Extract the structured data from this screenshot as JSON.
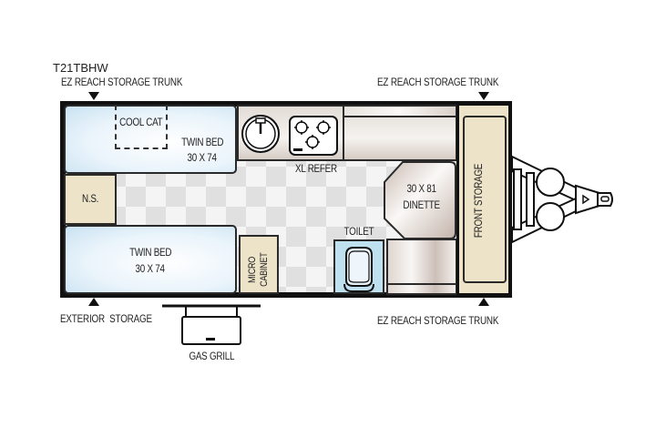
{
  "model": "T21TBHW",
  "labels": {
    "storage_trunk_top_left": "EZ REACH STORAGE TRUNK",
    "storage_trunk_top_right": "EZ REACH STORAGE TRUNK",
    "storage_trunk_bottom_right": "EZ REACH STORAGE TRUNK",
    "exterior_storage": "EXTERIOR  STORAGE",
    "gas_grill": "GAS GRILL"
  },
  "rooms": {
    "cool_cat": "COOL CAT",
    "bed_top": {
      "name": "TWIN BED",
      "size": "30 X 74"
    },
    "bed_bottom": {
      "name": "TWIN BED",
      "size": "30 X 74"
    },
    "nightstand": "N.S.",
    "refer": "XL REFER",
    "dinette": {
      "size": "30 X 81",
      "name": "DINETTE"
    },
    "toilet": "TOILET",
    "micro_cabinet": {
      "line1": "MICRO",
      "line2": "CABINET"
    },
    "front_storage": "FRONT STORAGE"
  },
  "colors": {
    "bed_blue": "#c9e2f2",
    "storage_beige": "#ece3c8",
    "wall": "#111111",
    "toilet_blue": "#bfe0ef"
  }
}
